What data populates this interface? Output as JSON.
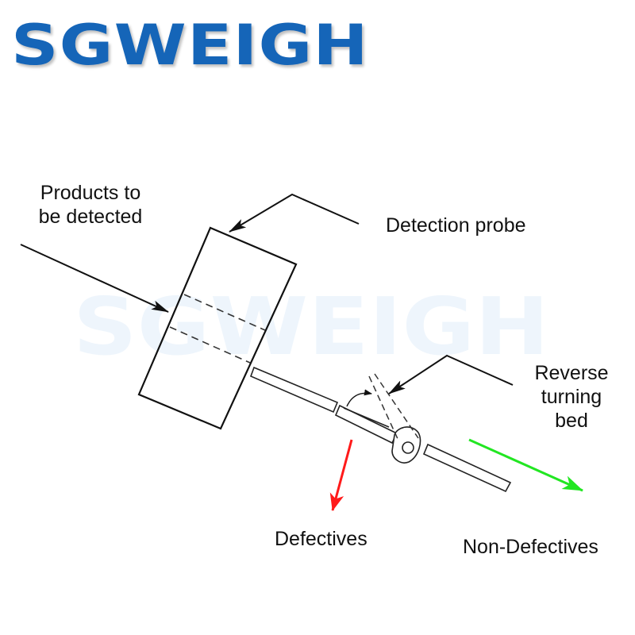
{
  "brand": {
    "logo_text": "SGWEIGH",
    "watermark_text": "SGWEIGH",
    "logo_color": "#1565b8",
    "watermark_color": "#eef5fc"
  },
  "diagram": {
    "labels": {
      "products": [
        "Products to",
        "be detected"
      ],
      "probe": "Detection probe",
      "bed": [
        "Reverse",
        "turning",
        "bed"
      ],
      "defectives": "Defectives",
      "non_defectives": "Non-Defectives"
    },
    "colors": {
      "line": "#111111",
      "defectives_arrow": "#ff1a1a",
      "non_defectives_arrow": "#22e622"
    }
  }
}
